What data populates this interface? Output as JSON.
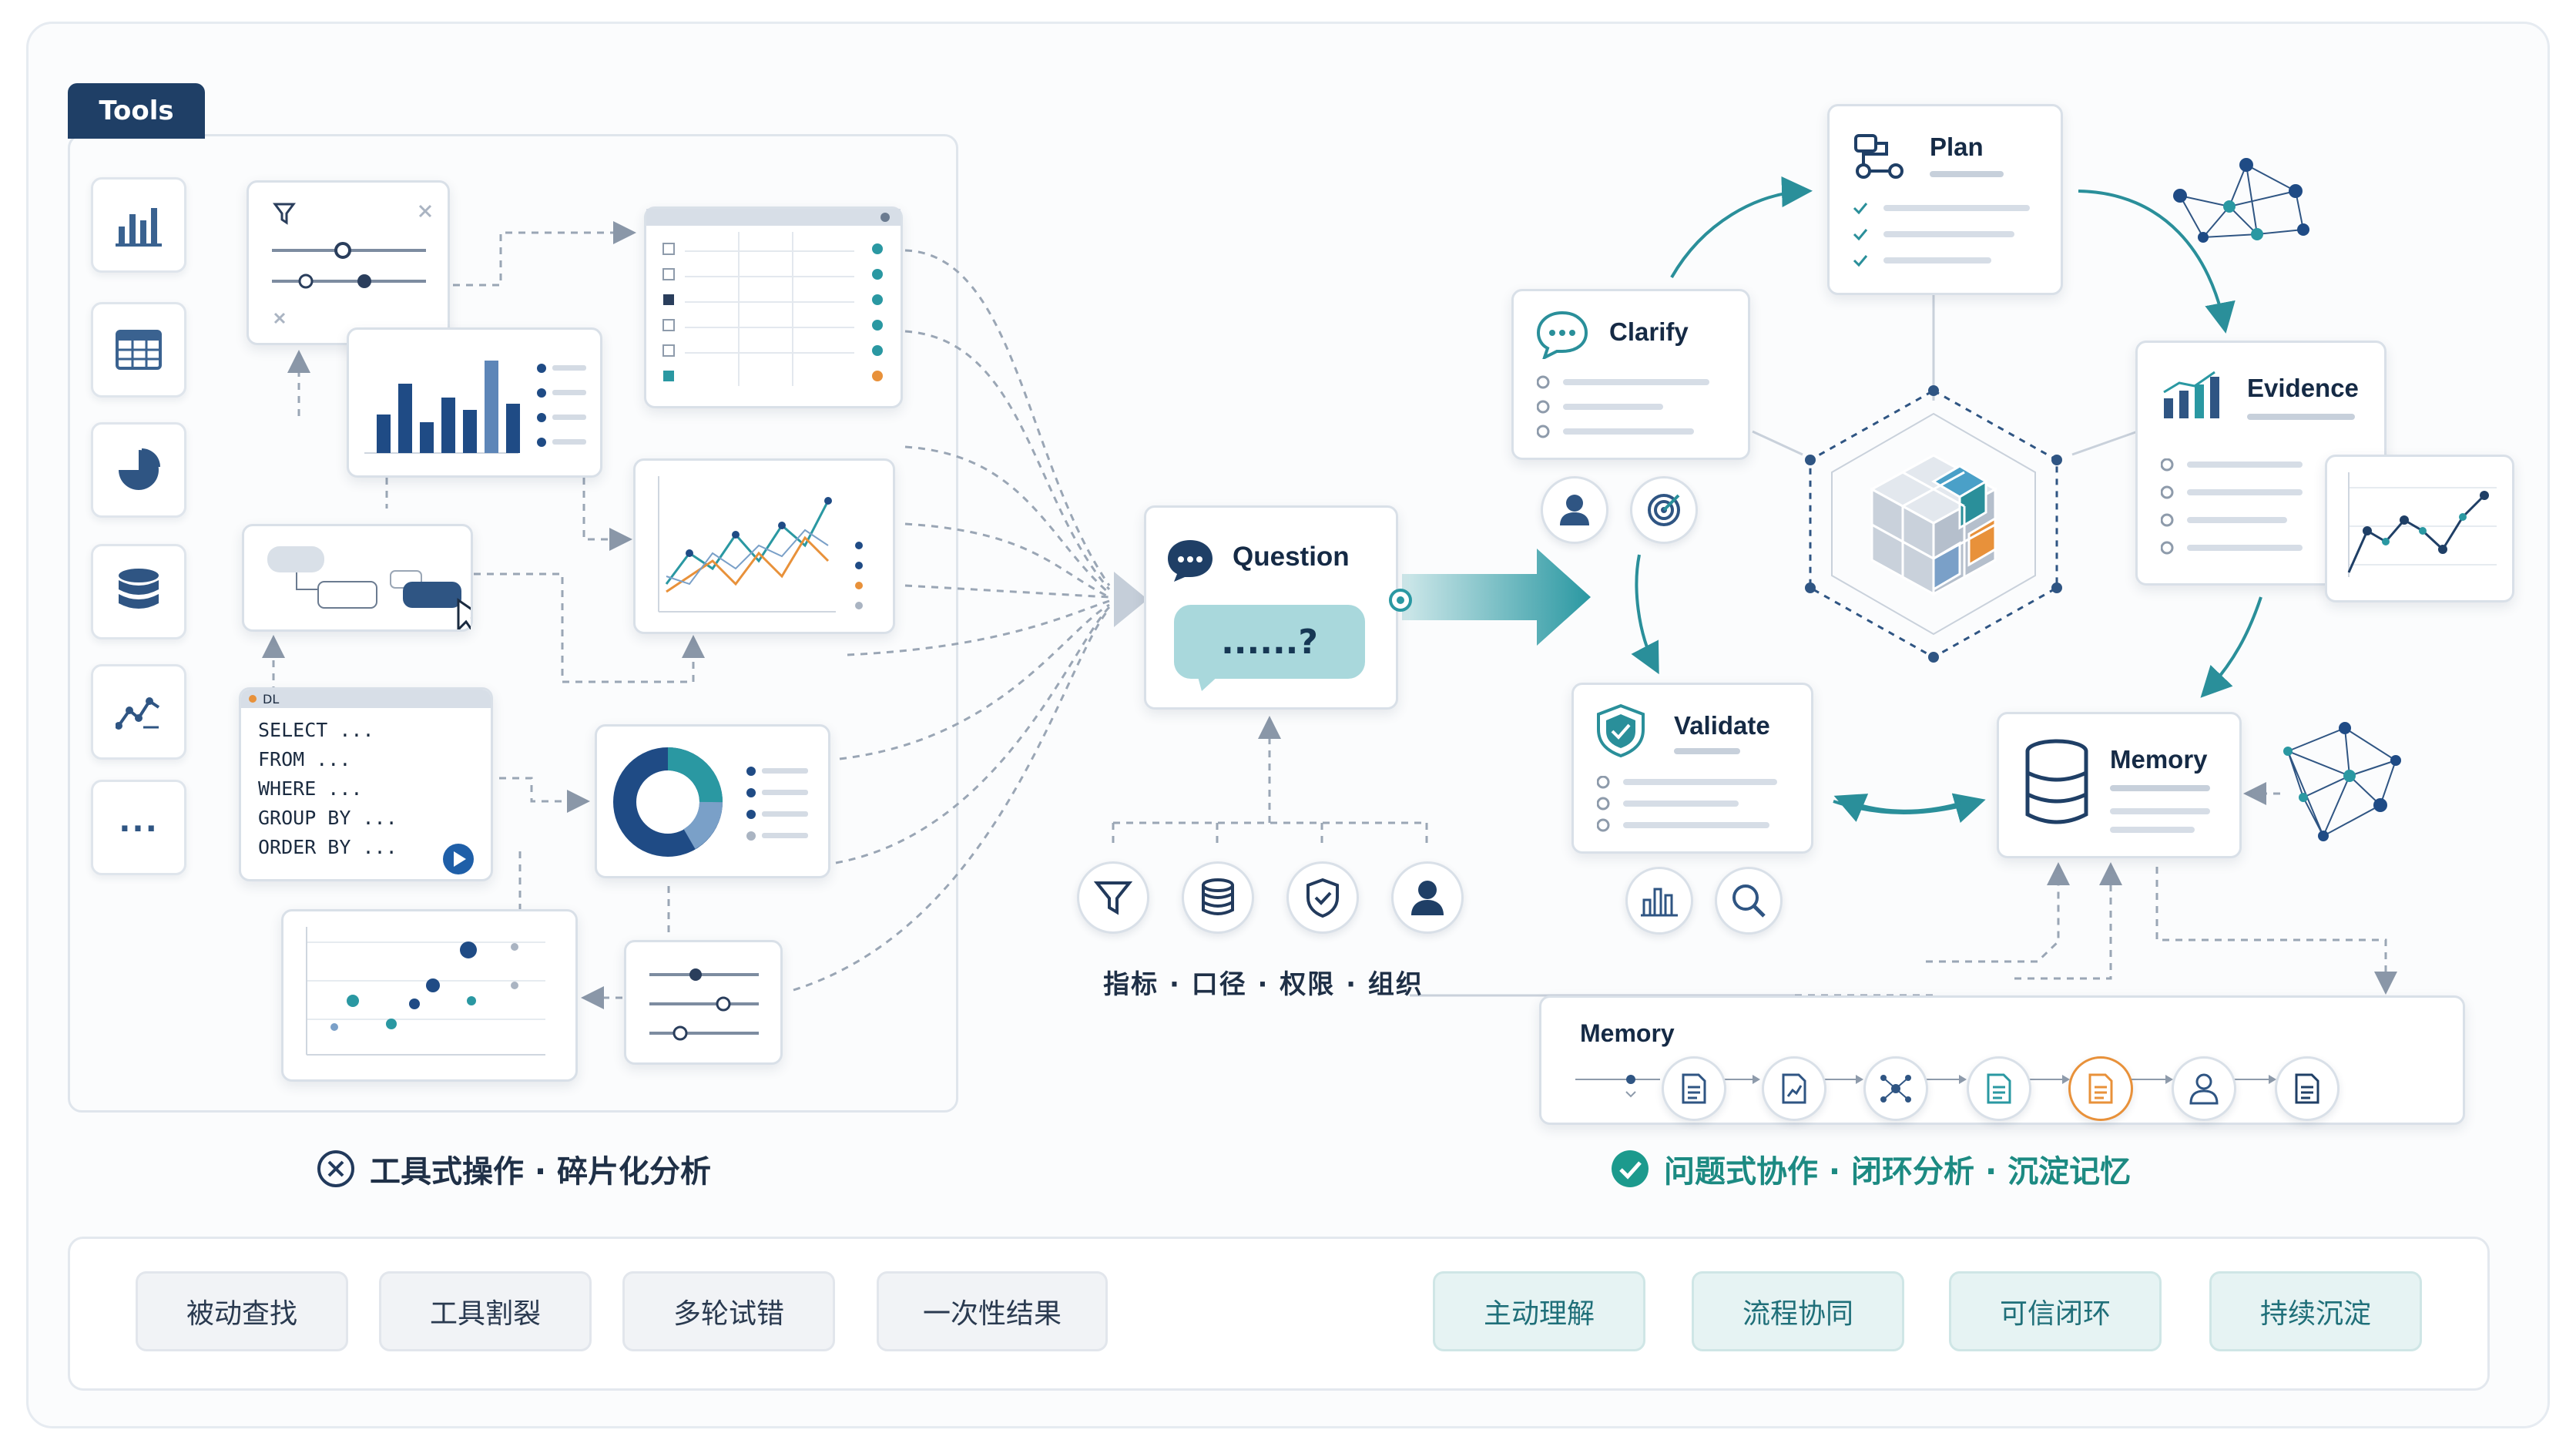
{
  "tools_tab": "Tools",
  "tool_icons": [
    "bar-chart-icon",
    "table-icon",
    "pie-chart-icon",
    "database-icon",
    "line-chart-icon",
    "more-icon"
  ],
  "tool_more_label": "...",
  "sql": {
    "tab": "DL",
    "lines": [
      "SELECT ...",
      "FROM ...",
      "WHERE ...",
      "GROUP BY ...",
      "ORDER BY ..."
    ]
  },
  "question": {
    "title": "Question",
    "bubble": "......?"
  },
  "question_hint": "指标 · 口径 · 权限 · 组织",
  "cycle": {
    "plan": "Plan",
    "clarify": "Clarify",
    "evidence": "Evidence",
    "validate": "Validate",
    "memory": "Memory"
  },
  "memory_strip": {
    "title": "Memory"
  },
  "captions": {
    "left": "工具式操作 · 碎片化分析",
    "right": "问题式协作 · 闭环分析 · 沉淀记忆"
  },
  "bottom_chips": {
    "before": [
      "被动查找",
      "工具割裂",
      "多轮试错",
      "一次性结果"
    ],
    "after": [
      "主动理解",
      "流程协同",
      "可信闭环",
      "持续沉淀"
    ]
  },
  "colors": {
    "navy": "#1f3f66",
    "teal": "#2a98a2",
    "orange": "#e8913a",
    "accent_green": "#1c9a8d"
  }
}
